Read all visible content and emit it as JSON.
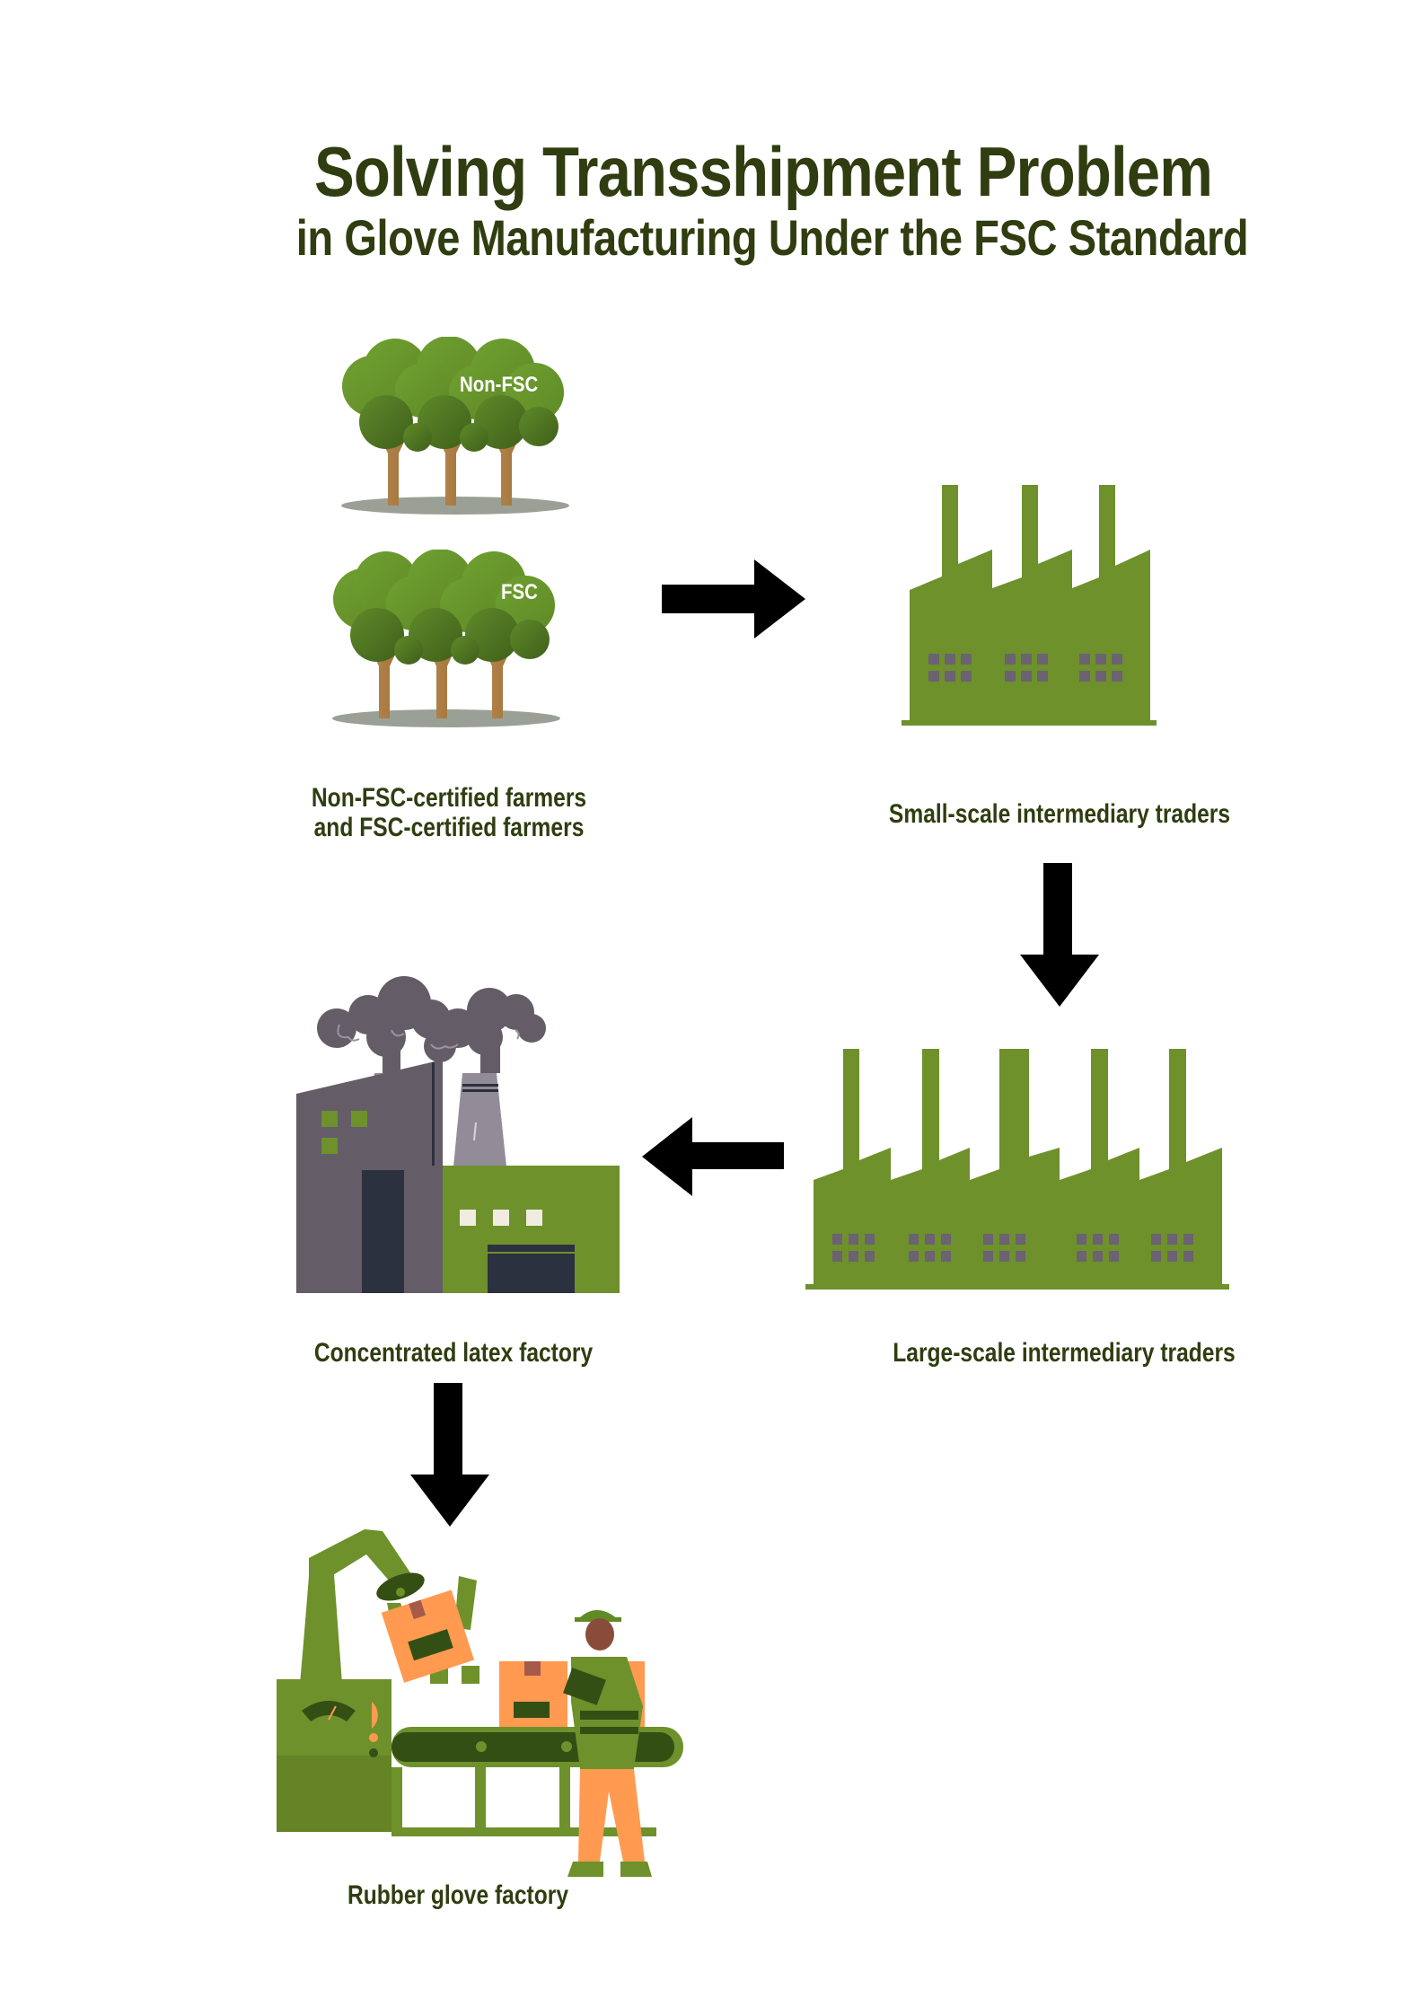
{
  "header": {
    "title": "Solving Transshipment Problem",
    "subtitle": "in Glove Manufacturing Under the FSC Standard"
  },
  "nodes": [
    {
      "id": "farmers",
      "label_line1": "Non-FSC-certified farmers",
      "label_line2": "and FSC-certified farmers",
      "icons": [
        {
          "name": "trees-icon",
          "badge": "Non-FSC"
        },
        {
          "name": "trees-icon",
          "badge": "FSC"
        }
      ]
    },
    {
      "id": "small-traders",
      "label": "Small-scale intermediary traders",
      "icon": "factory-icon"
    },
    {
      "id": "large-traders",
      "label": "Large-scale intermediary traders",
      "icon": "factory-icon"
    },
    {
      "id": "latex-factory",
      "label": "Concentrated latex factory",
      "icon": "smoking-factory-icon"
    },
    {
      "id": "glove-factory",
      "label": "Rubber glove factory",
      "icon": "conveyor-worker-icon"
    }
  ],
  "flow": [
    {
      "from": "farmers",
      "to": "small-traders",
      "direction": "right"
    },
    {
      "from": "small-traders",
      "to": "large-traders",
      "direction": "down"
    },
    {
      "from": "large-traders",
      "to": "latex-factory",
      "direction": "left"
    },
    {
      "from": "latex-factory",
      "to": "glove-factory",
      "direction": "down"
    }
  ],
  "colors": {
    "text": "#2f3d10",
    "factory_green": "#6e912c",
    "window_purple": "#6b6272",
    "building_gray": "#645d68",
    "stack_gray": "#918c97",
    "door_navy": "#2c3140",
    "box_orange": "#ff9a50",
    "arrow": "#000000"
  }
}
